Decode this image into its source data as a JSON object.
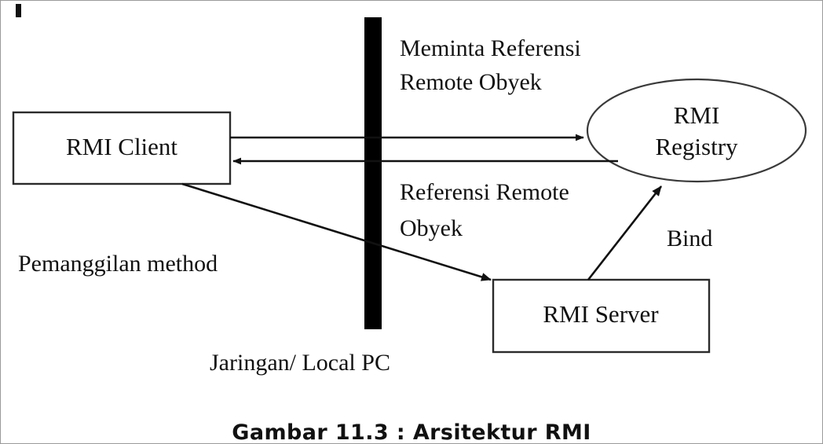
{
  "figure": {
    "caption": "Gambar 11.3 : Arsitektur RMI"
  },
  "diagram": {
    "type": "architecture-flow",
    "nodes": [
      {
        "id": "rmi-client",
        "shape": "rectangle",
        "label": "RMI Client"
      },
      {
        "id": "rmi-registry",
        "shape": "ellipse",
        "label_line1": "RMI",
        "label_line2": "Registry"
      },
      {
        "id": "rmi-server",
        "shape": "rectangle",
        "label": "RMI Server"
      },
      {
        "id": "network-bar",
        "shape": "vertical-bar",
        "label": "Jaringan/ Local PC"
      }
    ],
    "edges": [
      {
        "id": "request-reference",
        "from": "rmi-client",
        "to": "rmi-registry",
        "label_line1": "Meminta Referensi",
        "label_line2": "Remote Obyek",
        "direction": "right"
      },
      {
        "id": "return-reference",
        "from": "rmi-registry",
        "to": "rmi-client",
        "label_line1": "Referensi Remote",
        "label_line2": "Obyek",
        "direction": "left"
      },
      {
        "id": "method-invocation",
        "from": "rmi-client",
        "to": "rmi-server",
        "label": "Pemanggilan method",
        "direction": "diagonal-down-right"
      },
      {
        "id": "bind",
        "from": "rmi-server",
        "to": "rmi-registry",
        "label": "Bind",
        "direction": "diagonal-up-right"
      }
    ]
  },
  "colors": {
    "ink": "#111111",
    "shape_stroke": "#2b2b2b",
    "bar": "#000000",
    "page_border": "#9a9a9a",
    "background": "#ffffff"
  }
}
